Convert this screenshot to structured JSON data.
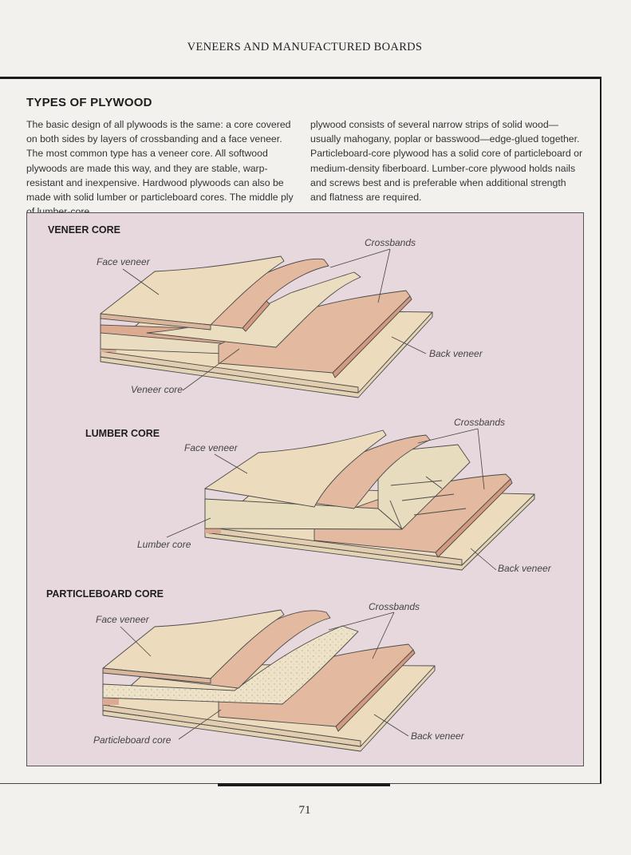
{
  "running_head": "VENEERS AND MANUFACTURED BOARDS",
  "section_title": "TYPES OF PLYWOOD",
  "body_col1": "The basic design of all plywoods is the same: a core covered on both sides by layers of crossbanding and a face veneer. The most common type has a veneer core. All softwood plywoods are made this way, and they are stable, warp-resistant and inexpensive. Hardwood plywoods can also be made with solid lumber or particleboard cores. The middle ply of lumber-core",
  "body_col2": "plywood consists of several narrow strips of solid wood—usually mahogany, poplar or basswood—edge-glued together. Particleboard-core plywood has a solid core of particleboard or medium-density fiberboard. Lumber-core plywood holds nails and screws best and is preferable when additional strength and flatness are required.",
  "illustration": {
    "veneer_core": {
      "heading": "VENEER CORE",
      "face_veneer": "Face veneer",
      "crossbands": "Crossbands",
      "back_veneer": "Back veneer",
      "core": "Veneer core"
    },
    "lumber_core": {
      "heading": "LUMBER CORE",
      "face_veneer": "Face veneer",
      "crossbands": "Crossbands",
      "back_veneer": "Back veneer",
      "core": "Lumber core"
    },
    "particleboard_core": {
      "heading": "PARTICLEBOARD CORE",
      "face_veneer": "Face veneer",
      "crossbands": "Crossbands",
      "back_veneer": "Back veneer",
      "core": "Particleboard core"
    }
  },
  "colors": {
    "panel_background": "#e6d8dc",
    "light_wood": "#ecdcbd",
    "crossband": "#e3b9a0",
    "crossband_edge": "#d49a80",
    "lumber": "#e7dcbe"
  },
  "page_number": "71"
}
